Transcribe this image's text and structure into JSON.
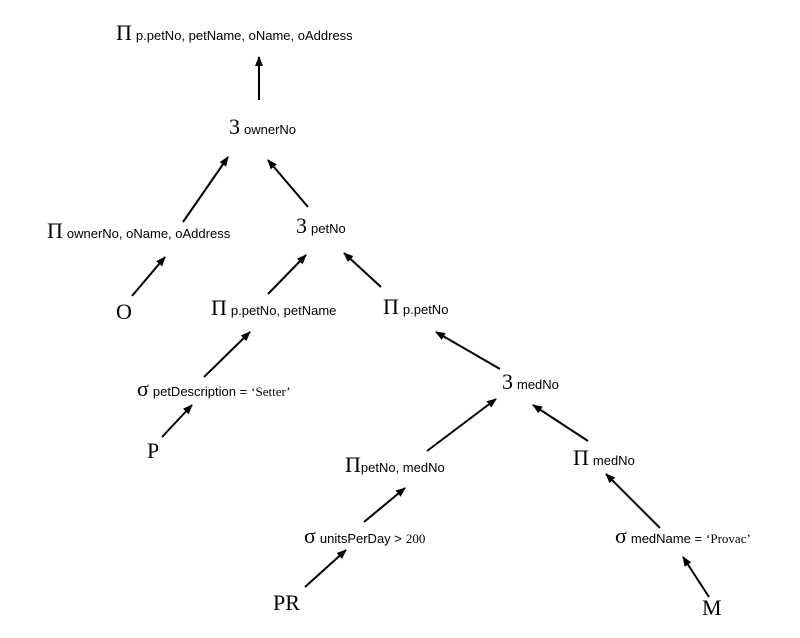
{
  "nodes": {
    "n_proj_top": {
      "op": "Π",
      "text": "p.petNo, petName, oName, oAddress"
    },
    "n_join_owner": {
      "op": "3",
      "text": "ownerNo"
    },
    "n_proj_owner": {
      "op": "Π",
      "text": "ownerNo, oName, oAddress"
    },
    "n_join_pet": {
      "op": "3",
      "text": "petNo"
    },
    "n_rel_o": {
      "text": "O"
    },
    "n_proj_pet": {
      "op": "Π",
      "text": "p.petNo, petName"
    },
    "n_proj_petno": {
      "op": "Π",
      "text": "p.petNo"
    },
    "n_sel_pet": {
      "op": "σ",
      "text": "petDescription =",
      "value": "‘Setter’"
    },
    "n_join_med": {
      "op": "3",
      "text": "medNo"
    },
    "n_rel_p": {
      "text": "P"
    },
    "n_proj_petmed": {
      "op": "Π",
      "text": "petNo, medNo"
    },
    "n_proj_med": {
      "op": "Π",
      "text": "medNo"
    },
    "n_sel_units": {
      "op": "σ",
      "text": "unitsPerDay >",
      "value": "200"
    },
    "n_sel_medname": {
      "op": "σ",
      "text": "medName =",
      "value": "‘Provac’"
    },
    "n_rel_pr": {
      "text": "PR"
    },
    "n_rel_m": {
      "text": "M"
    }
  }
}
